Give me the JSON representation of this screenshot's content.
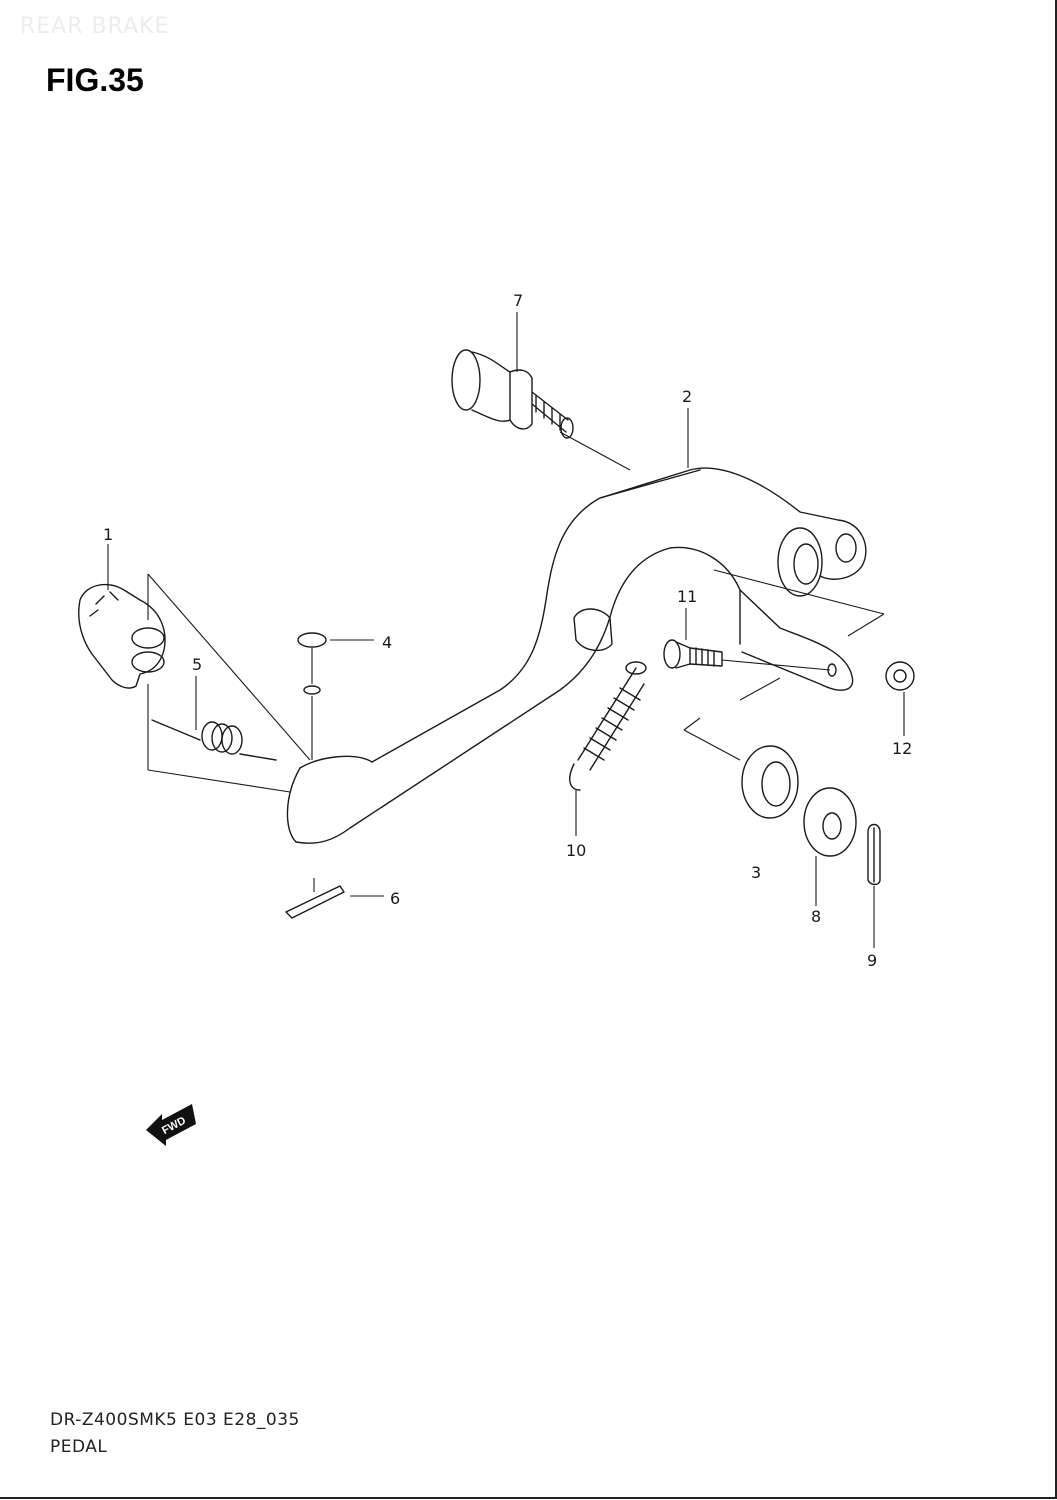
{
  "header": {
    "watermark": "REAR BRAKE",
    "figure_title": "FIG.35"
  },
  "diagram": {
    "callouts": [
      "1",
      "2",
      "3",
      "4",
      "5",
      "6",
      "7",
      "8",
      "9",
      "10",
      "11",
      "12"
    ],
    "direction_badge": "FWD"
  },
  "footer": {
    "model_code": "DR-Z400SMK5 E03 E28_035",
    "section_name": "PEDAL"
  }
}
